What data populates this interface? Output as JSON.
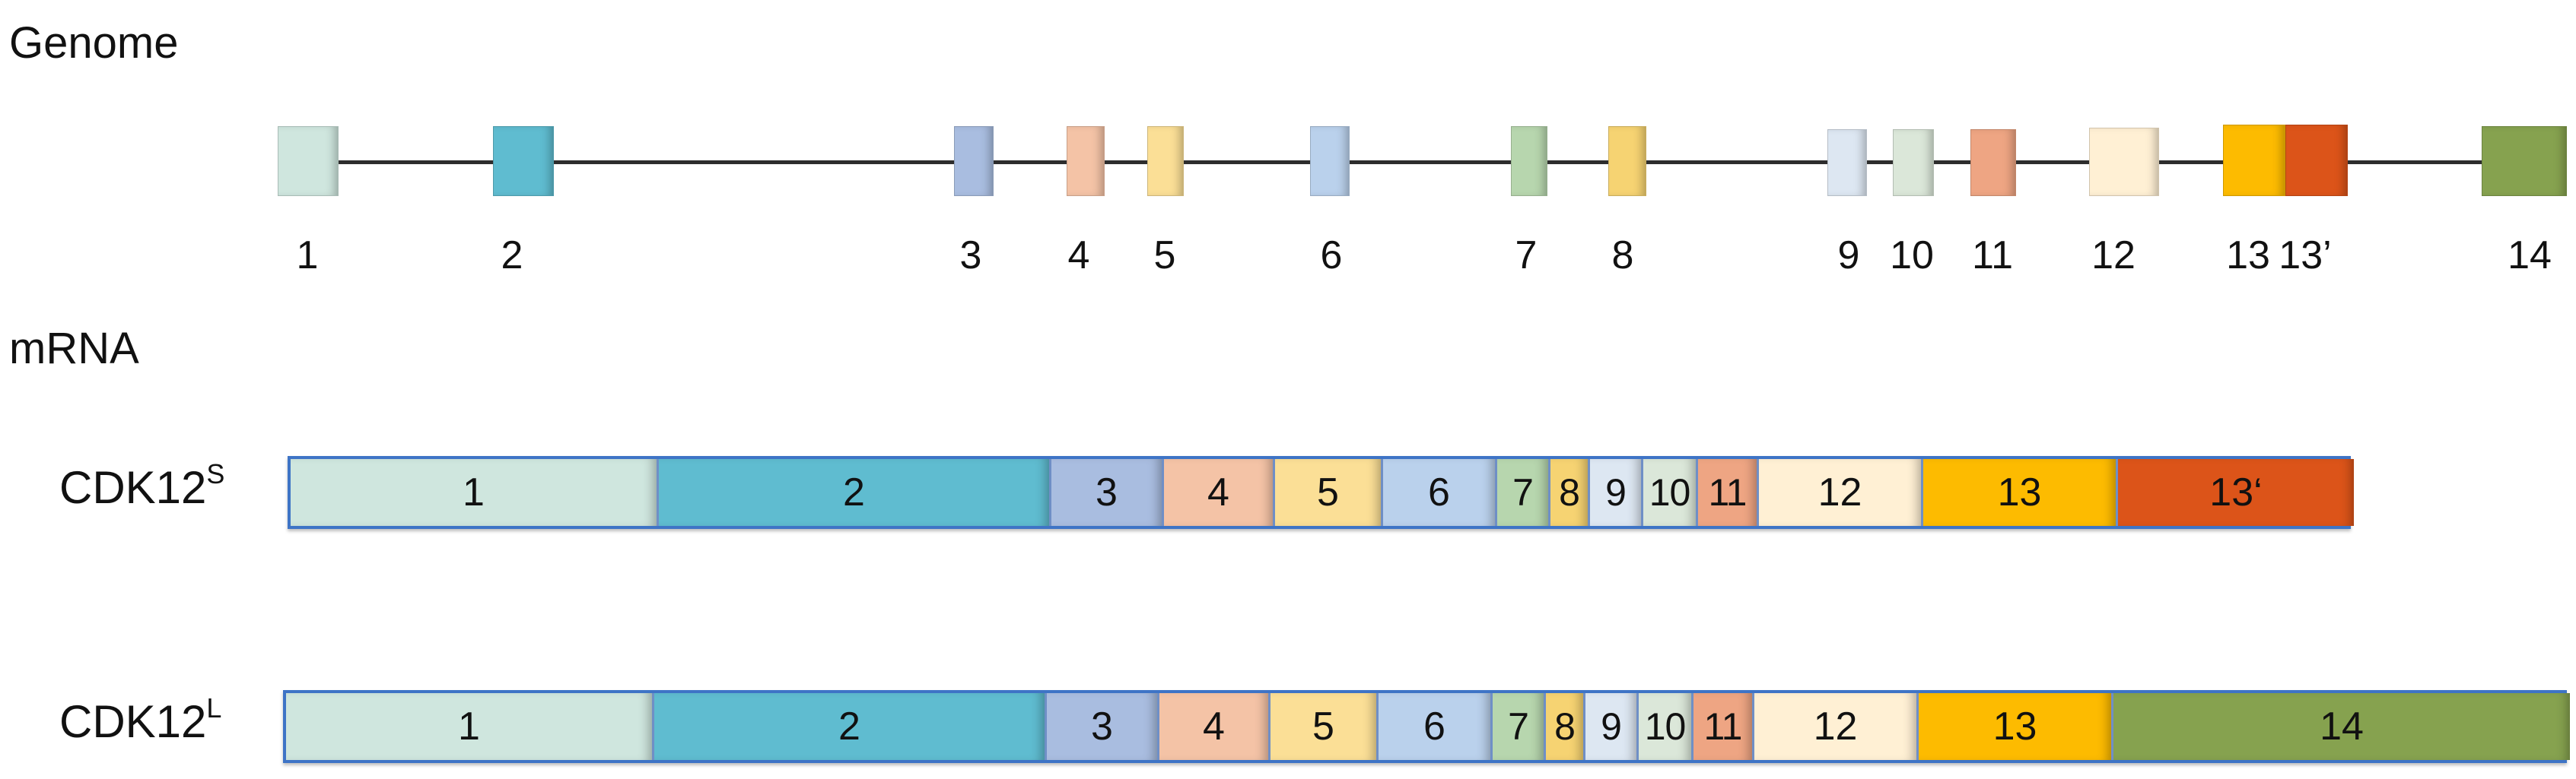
{
  "labels": {
    "genome": "Genome",
    "mrna": "mRNA"
  },
  "colors": {
    "e1": "#cfe6de",
    "e2": "#5fbcd0",
    "e3": "#a9bde0",
    "e4": "#f4c3a6",
    "e5": "#fbdf96",
    "e6": "#bad1ec",
    "e7": "#b7d6ae",
    "e8": "#f6d372",
    "e9": "#dde7f2",
    "e10": "#dbe7d9",
    "e11": "#eea583",
    "e12": "#fff0d4",
    "e13": "#fdbb00",
    "e13p": "#dc5419",
    "e14": "#86a24f",
    "bar_border": "#3e74c6"
  },
  "genome": {
    "exons": [
      {
        "id": "1",
        "label": "1",
        "color": "e1"
      },
      {
        "id": "2",
        "label": "2",
        "color": "e2"
      },
      {
        "id": "3",
        "label": "3",
        "color": "e3"
      },
      {
        "id": "4",
        "label": "4",
        "color": "e4"
      },
      {
        "id": "5",
        "label": "5",
        "color": "e5"
      },
      {
        "id": "6",
        "label": "6",
        "color": "e6"
      },
      {
        "id": "7",
        "label": "7",
        "color": "e7"
      },
      {
        "id": "8",
        "label": "8",
        "color": "e8"
      },
      {
        "id": "9",
        "label": "9",
        "color": "e9"
      },
      {
        "id": "10",
        "label": "10",
        "color": "e10"
      },
      {
        "id": "11",
        "label": "11",
        "color": "e11"
      },
      {
        "id": "12",
        "label": "12",
        "color": "e12"
      },
      {
        "id": "13",
        "label": "13",
        "color": "e13"
      },
      {
        "id": "13p",
        "label": "13’",
        "color": "e13p"
      },
      {
        "id": "14",
        "label": "14",
        "color": "e14"
      }
    ]
  },
  "isoforms": [
    {
      "id": "short",
      "name": "CDK12",
      "superscript": "S",
      "segments": [
        {
          "label": "1",
          "color": "e1"
        },
        {
          "label": "2",
          "color": "e2"
        },
        {
          "label": "3",
          "color": "e3"
        },
        {
          "label": "4",
          "color": "e4"
        },
        {
          "label": "5",
          "color": "e5"
        },
        {
          "label": "6",
          "color": "e6"
        },
        {
          "label": "7",
          "color": "e7"
        },
        {
          "label": "8",
          "color": "e8"
        },
        {
          "label": "9",
          "color": "e9"
        },
        {
          "label": "10",
          "color": "e10"
        },
        {
          "label": "11",
          "color": "e11"
        },
        {
          "label": "12",
          "color": "e12"
        },
        {
          "label": "13",
          "color": "e13"
        },
        {
          "label": "13‘",
          "color": "e13p"
        }
      ]
    },
    {
      "id": "long",
      "name": "CDK12",
      "superscript": "L",
      "segments": [
        {
          "label": "1",
          "color": "e1"
        },
        {
          "label": "2",
          "color": "e2"
        },
        {
          "label": "3",
          "color": "e3"
        },
        {
          "label": "4",
          "color": "e4"
        },
        {
          "label": "5",
          "color": "e5"
        },
        {
          "label": "6",
          "color": "e6"
        },
        {
          "label": "7",
          "color": "e7"
        },
        {
          "label": "8",
          "color": "e8"
        },
        {
          "label": "9",
          "color": "e9"
        },
        {
          "label": "10",
          "color": "e10"
        },
        {
          "label": "11",
          "color": "e11"
        },
        {
          "label": "12",
          "color": "e12"
        },
        {
          "label": "13",
          "color": "e13"
        },
        {
          "label": "14",
          "color": "e14"
        }
      ]
    }
  ]
}
